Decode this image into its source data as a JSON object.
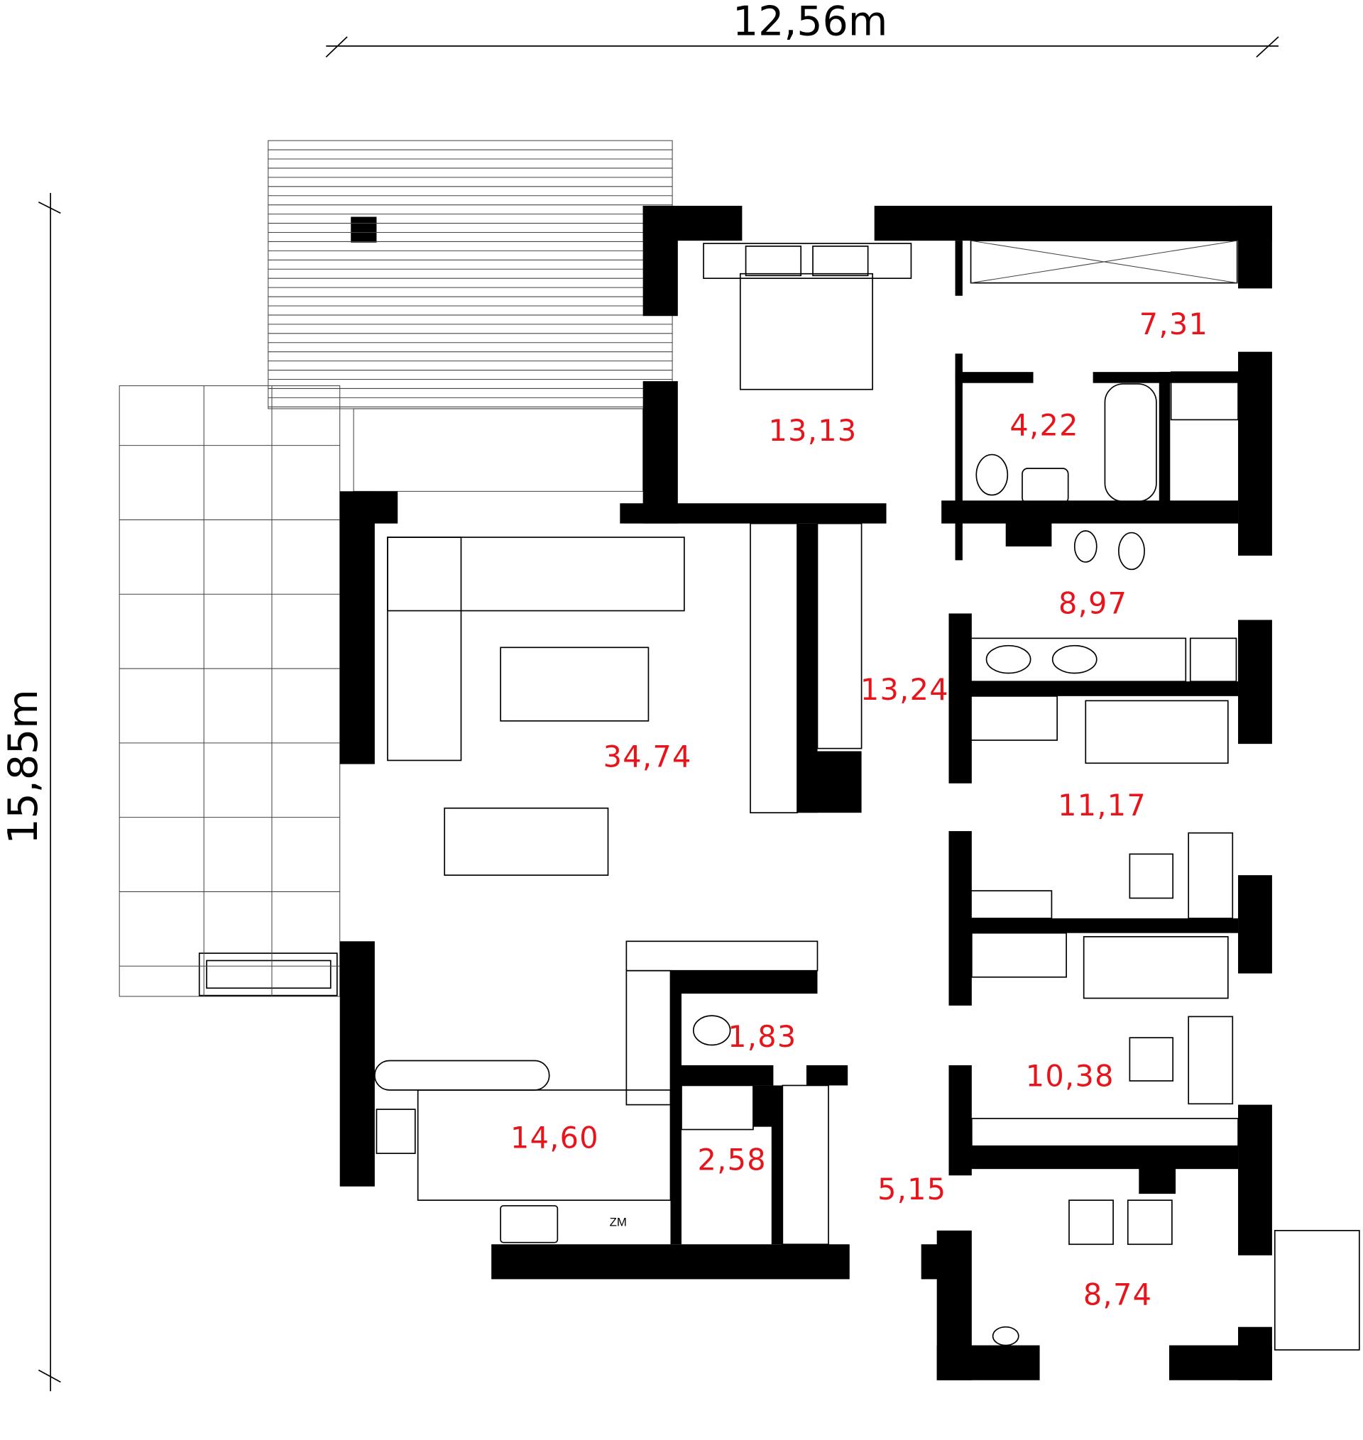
{
  "dimensions": {
    "width": "12,56m",
    "depth": "15,85m"
  },
  "rooms": [
    {
      "id": "bedroom-master",
      "area": "13,13"
    },
    {
      "id": "wardrobe",
      "area": "7,31"
    },
    {
      "id": "bathroom",
      "area": "4,22"
    },
    {
      "id": "bathroom-2",
      "area": "8,97"
    },
    {
      "id": "hall",
      "area": "13,24"
    },
    {
      "id": "living-room",
      "area": "34,74"
    },
    {
      "id": "bedroom-2",
      "area": "11,17"
    },
    {
      "id": "wc",
      "area": "1,83"
    },
    {
      "id": "bedroom-3",
      "area": "10,38"
    },
    {
      "id": "kitchen",
      "area": "14,60"
    },
    {
      "id": "pantry",
      "area": "2,58"
    },
    {
      "id": "entrance",
      "area": "5,15"
    },
    {
      "id": "utility-room",
      "area": "8,74"
    }
  ],
  "labels": {
    "sink_unit": "ZM"
  }
}
